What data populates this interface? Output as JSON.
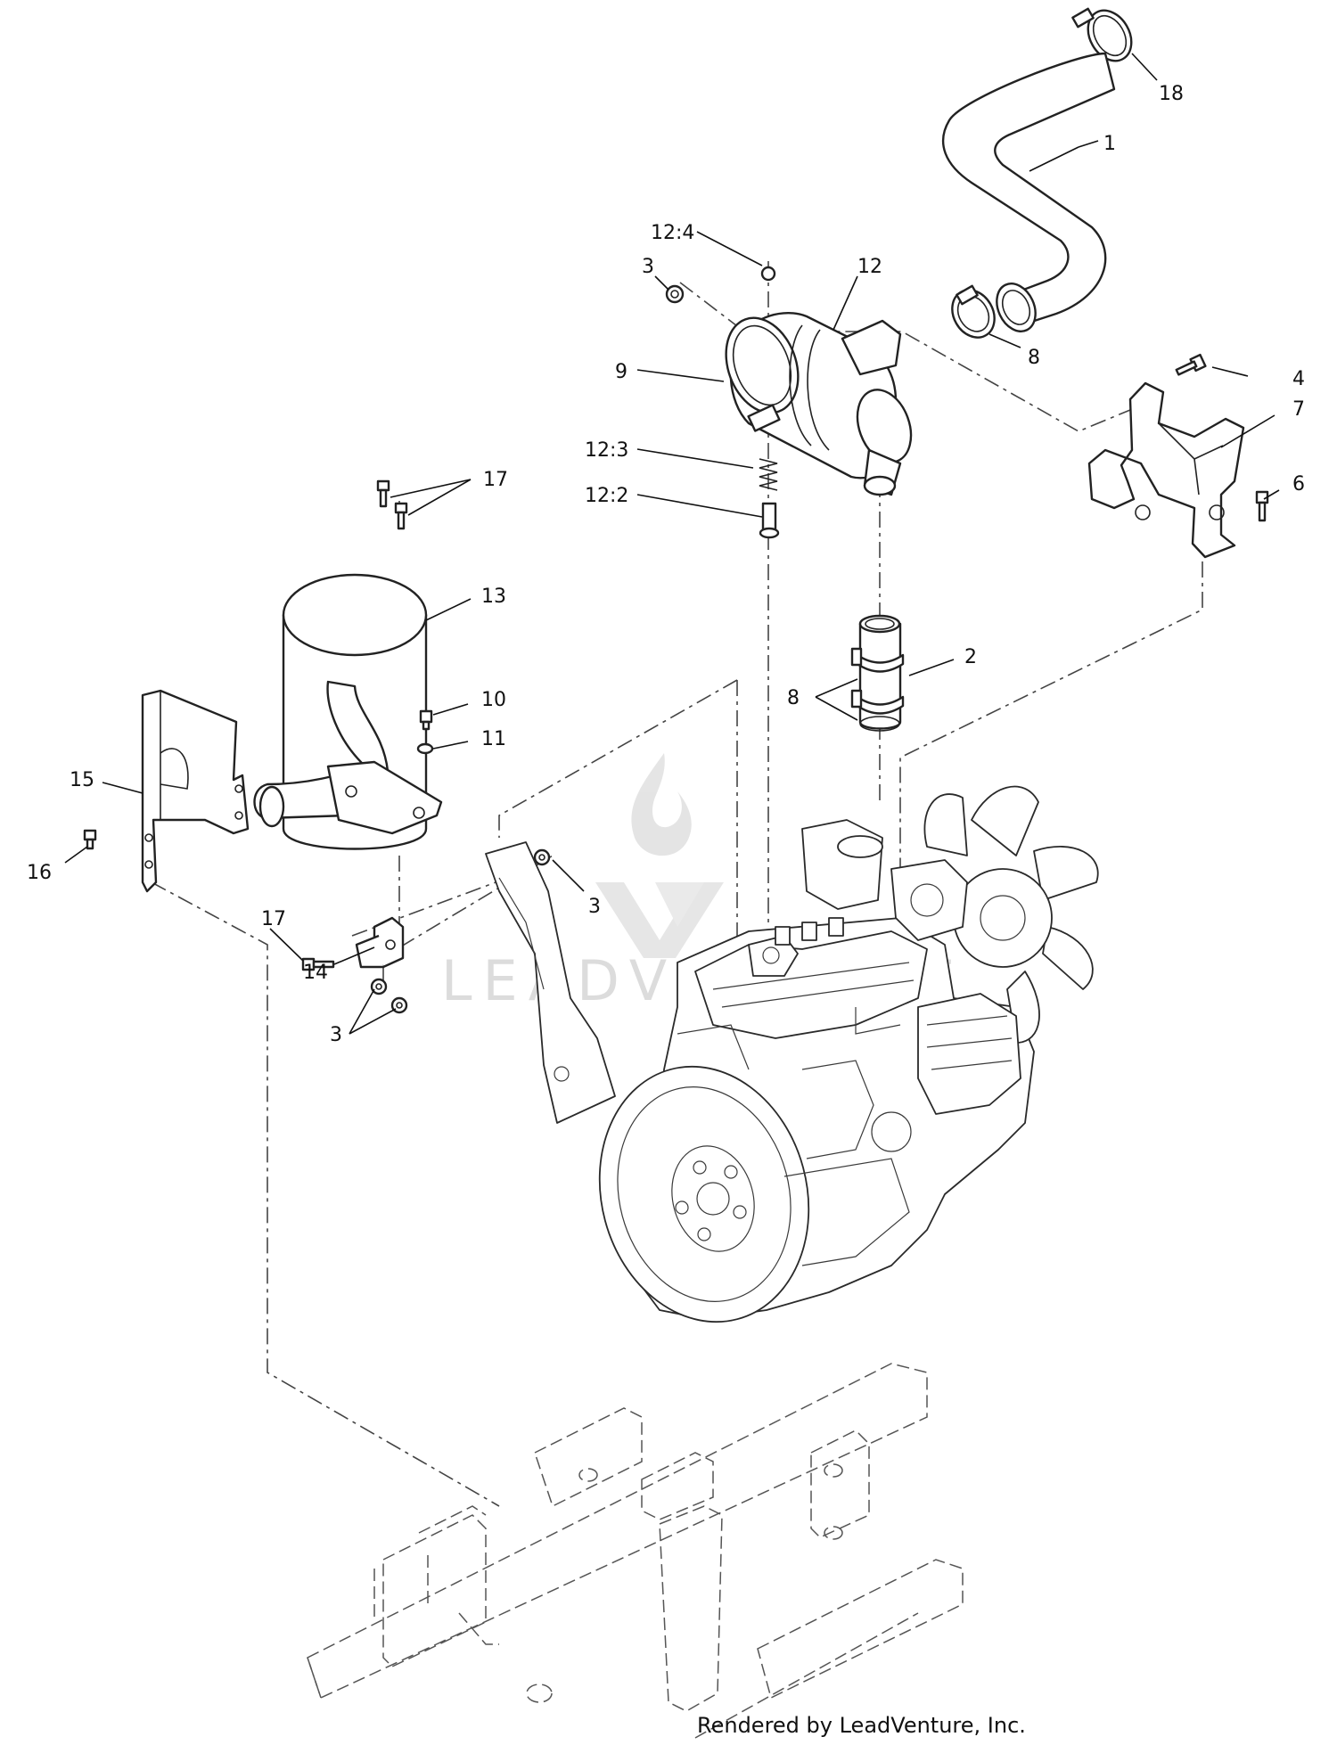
{
  "diagram": {
    "callouts": [
      {
        "id": "c18",
        "text": "18"
      },
      {
        "id": "c1",
        "text": "1"
      },
      {
        "id": "c12_4",
        "text": "12:4"
      },
      {
        "id": "c3a",
        "text": "3"
      },
      {
        "id": "c12",
        "text": "12"
      },
      {
        "id": "c9",
        "text": "9"
      },
      {
        "id": "c8a",
        "text": "8"
      },
      {
        "id": "c4",
        "text": "4"
      },
      {
        "id": "c7",
        "text": "7"
      },
      {
        "id": "c12_3",
        "text": "12:3"
      },
      {
        "id": "c6",
        "text": "6"
      },
      {
        "id": "c12_2",
        "text": "12:2"
      },
      {
        "id": "c17a",
        "text": "17"
      },
      {
        "id": "c13",
        "text": "13"
      },
      {
        "id": "c2",
        "text": "2"
      },
      {
        "id": "c8b",
        "text": "8"
      },
      {
        "id": "c10",
        "text": "10"
      },
      {
        "id": "c11",
        "text": "11"
      },
      {
        "id": "c15",
        "text": "15"
      },
      {
        "id": "c16",
        "text": "16"
      },
      {
        "id": "c17b",
        "text": "17"
      },
      {
        "id": "c3b",
        "text": "3"
      },
      {
        "id": "c14",
        "text": "14"
      },
      {
        "id": "c3c",
        "text": "3"
      }
    ],
    "footer": "Rendered by LeadVenture, Inc.",
    "watermark": "LEADVENTURE"
  }
}
